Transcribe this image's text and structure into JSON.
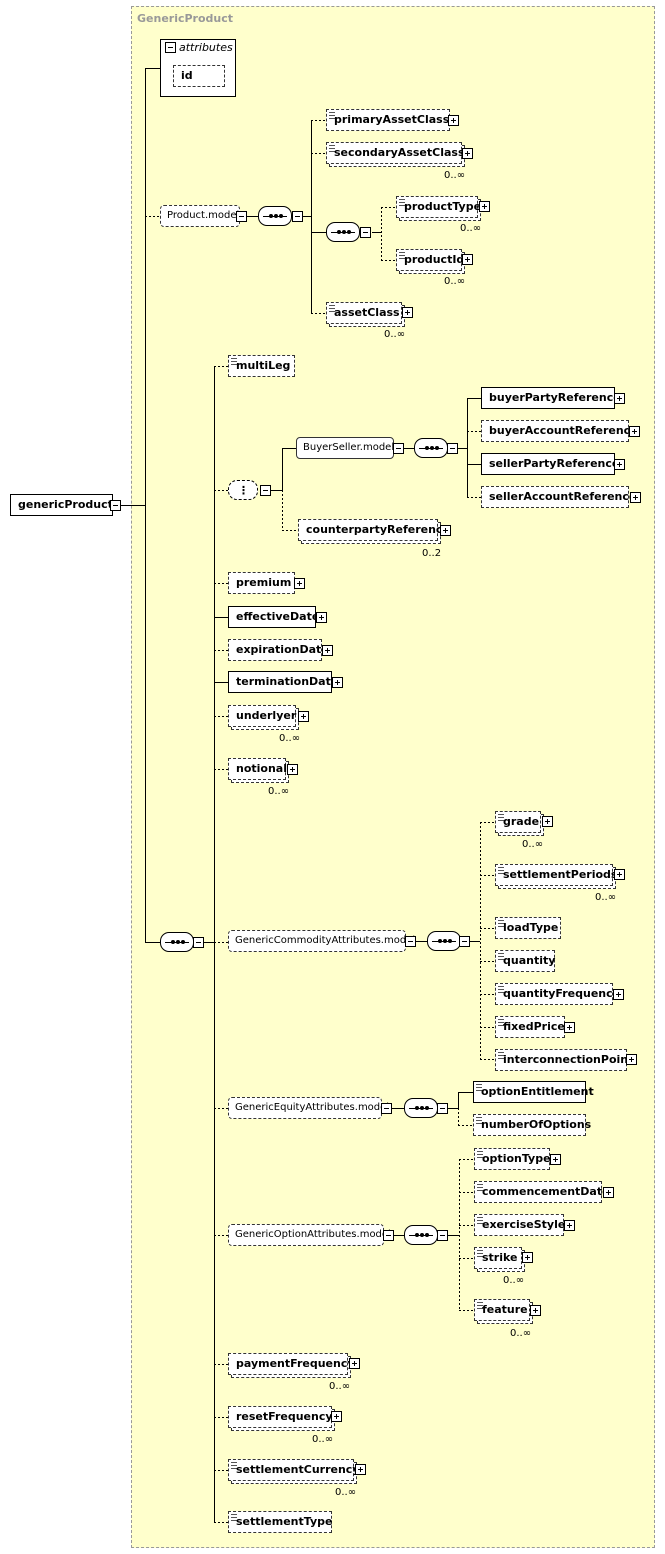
{
  "container_title": "GenericProduct",
  "root": "genericProduct",
  "attributes": {
    "label": "attributes",
    "id": "id"
  },
  "product_model": {
    "label": "Product.model",
    "primaryAssetClass": "primaryAssetClass",
    "secondaryAssetClass": "secondaryAssetClass",
    "secondaryAssetClass_card": "0..∞",
    "productType": "productType",
    "productType_card": "0..∞",
    "productId": "productId",
    "productId_card": "0..∞",
    "assetClass": "assetClass",
    "assetClass_card": "0..∞"
  },
  "multiLeg": "multiLeg",
  "buyer_seller": {
    "label": "BuyerSeller.model",
    "buyerPartyReference": "buyerPartyReference",
    "buyerAccountReference": "buyerAccountReference",
    "sellerPartyReference": "sellerPartyReference",
    "sellerAccountReference": "sellerAccountReference",
    "counterpartyReference": "counterpartyReference",
    "counterpartyReference_card": "0..2"
  },
  "premium": "premium",
  "effectiveDate": "effectiveDate",
  "expirationDate": "expirationDate",
  "terminationDate": "terminationDate",
  "underlyer": "underlyer",
  "underlyer_card": "0..∞",
  "notional": "notional",
  "notional_card": "0..∞",
  "commodity": {
    "label": "GenericCommodityAttributes.model",
    "grade": "grade",
    "grade_card": "0..∞",
    "settlementPeriods": "settlementPeriods",
    "settlementPeriods_card": "0..∞",
    "loadType": "loadType",
    "quantity": "quantity",
    "quantityFrequency": "quantityFrequency",
    "fixedPrice": "fixedPrice",
    "interconnectionPoint": "interconnectionPoint"
  },
  "equity": {
    "label": "GenericEquityAttributes.model",
    "optionEntitlement": "optionEntitlement",
    "numberOfOptions": "numberOfOptions"
  },
  "option": {
    "label": "GenericOptionAttributes.model",
    "optionType": "optionType",
    "commencementDate": "commencementDate",
    "exerciseStyle": "exerciseStyle",
    "strike": "strike",
    "strike_card": "0..∞",
    "feature": "feature",
    "feature_card": "0..∞"
  },
  "paymentFrequency": "paymentFrequency",
  "paymentFrequency_card": "0..∞",
  "resetFrequency": "resetFrequency",
  "resetFrequency_card": "0..∞",
  "settlementCurrency": "settlementCurrency",
  "settlementCurrency_card": "0..∞",
  "settlementType": "settlementType",
  "colors": {
    "panel": "#ffffcc",
    "panel_border": "#999999",
    "line": "#000000"
  }
}
